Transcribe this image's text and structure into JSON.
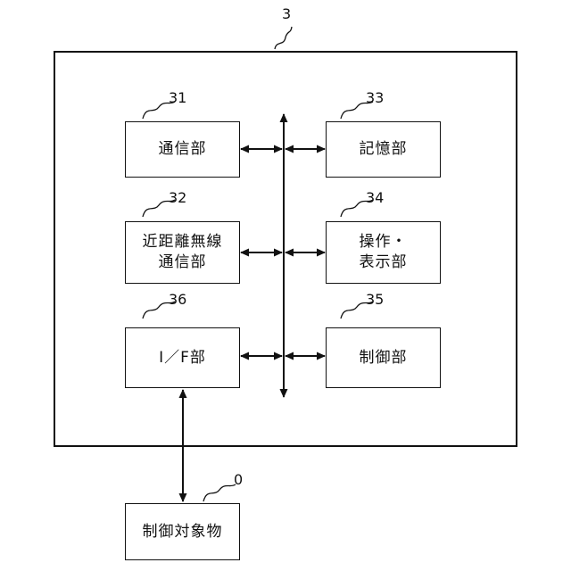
{
  "device": {
    "ref": "3"
  },
  "blocks": {
    "comm": {
      "ref": "31",
      "lines": [
        "通信部"
      ]
    },
    "nfc": {
      "ref": "32",
      "lines": [
        "近距離無線",
        "通信部"
      ]
    },
    "if": {
      "ref": "36",
      "lines": [
        "I／F部"
      ]
    },
    "storage": {
      "ref": "33",
      "lines": [
        "記憶部"
      ]
    },
    "ops": {
      "ref": "34",
      "lines": [
        "操作・",
        "表示部"
      ]
    },
    "control": {
      "ref": "35",
      "lines": [
        "制御部"
      ]
    }
  },
  "target": {
    "ref": "0",
    "lines": [
      "制御対象物"
    ]
  }
}
